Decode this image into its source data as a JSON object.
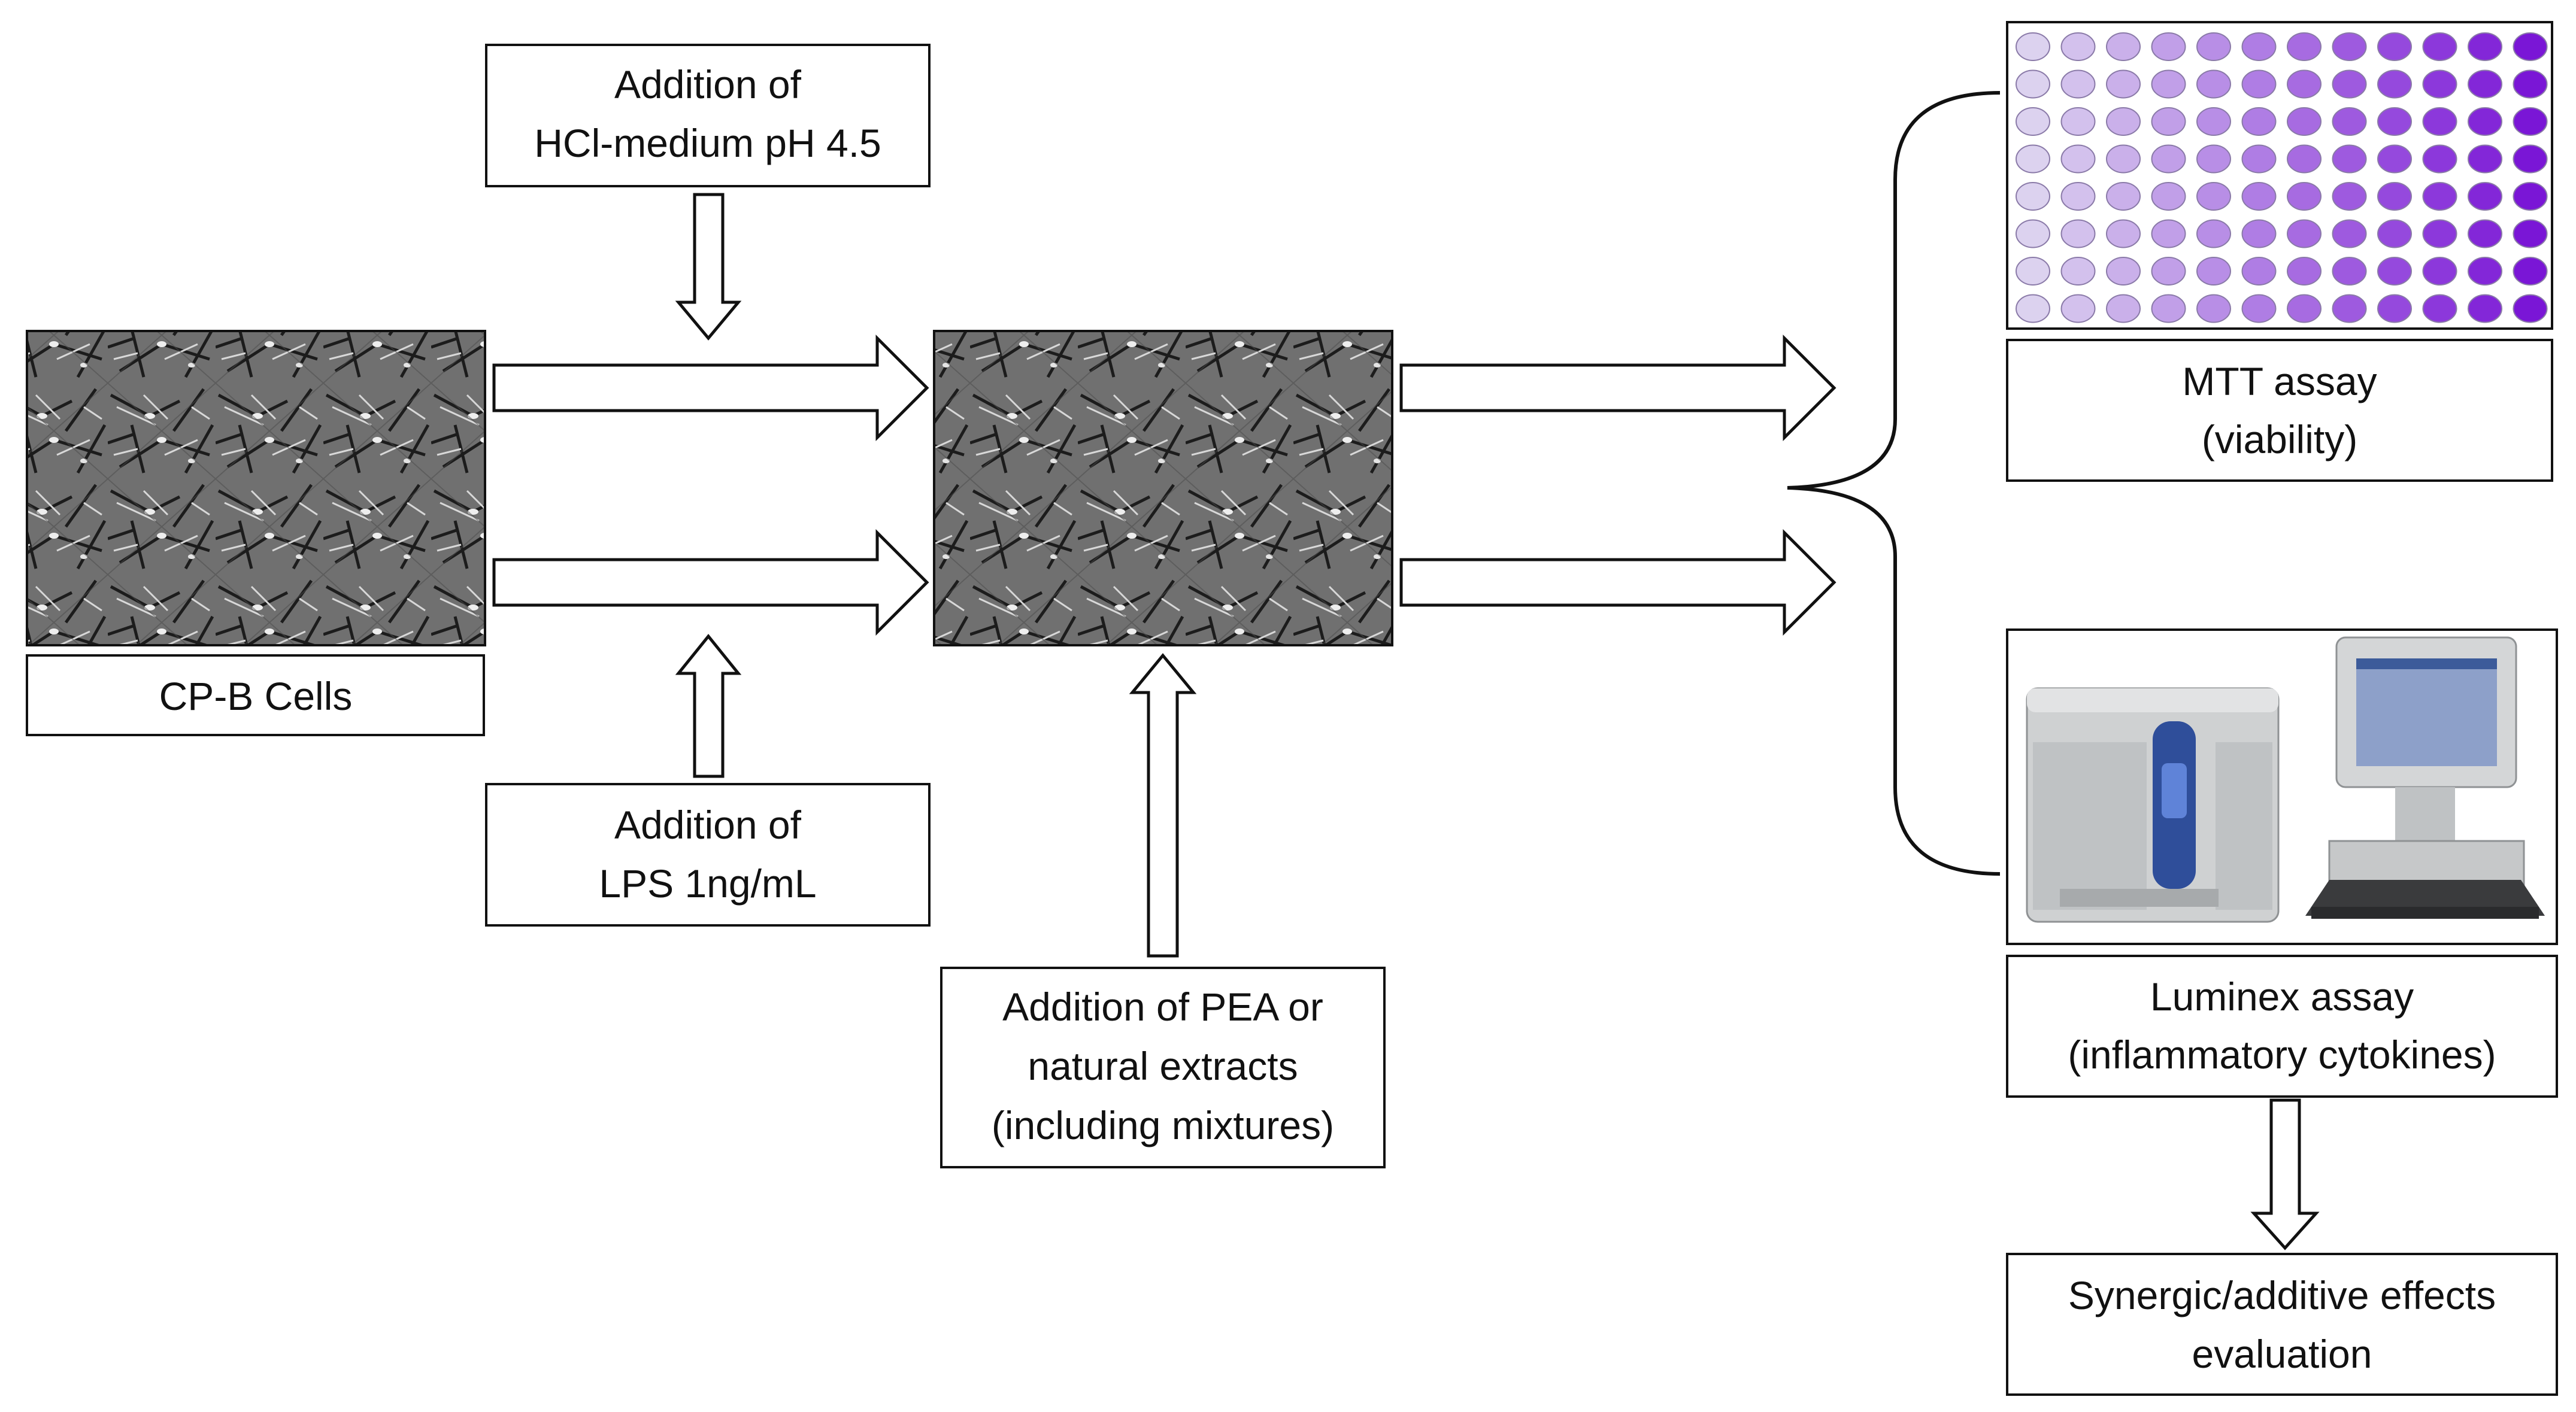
{
  "labels": {
    "hcl_line1": "Addition of",
    "hcl_line2": "HCl-medium pH 4.5",
    "lps_line1": "Addition of",
    "lps_line2": "LPS 1ng/mL",
    "cells": "CP-B Cells",
    "pea_line1": "Addition of PEA or",
    "pea_line2": "natural extracts",
    "pea_line3": "(including mixtures)",
    "mtt_line1": "MTT assay",
    "mtt_line2": "(viability)",
    "luminex_line1": "Luminex assay",
    "luminex_line2": "(inflammatory cytokines)",
    "synergy_line1": "Synergic/additive effects",
    "synergy_line2": "evaluation"
  },
  "plate": {
    "rows": 8,
    "columns": 12,
    "light_color": "#dcd2ef",
    "dark_color": "#7a16d6"
  },
  "colors": {
    "stroke": "#111111",
    "background": "#ffffff",
    "cell_image": "#6f6f6f",
    "instrument": "#cfd1d2"
  },
  "icons": {
    "cells": "microscopy-image",
    "plate": "96-well-plate",
    "instrument": "luminex-analyzer-with-computer"
  }
}
